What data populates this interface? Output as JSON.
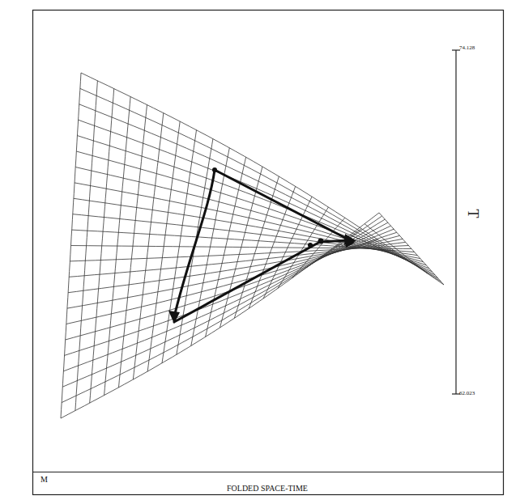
{
  "diagram": {
    "caption": "FOLDED SPACE-TIME",
    "labels": [
      "74.128",
      "62.023",
      "T",
      "M"
    ]
  }
}
